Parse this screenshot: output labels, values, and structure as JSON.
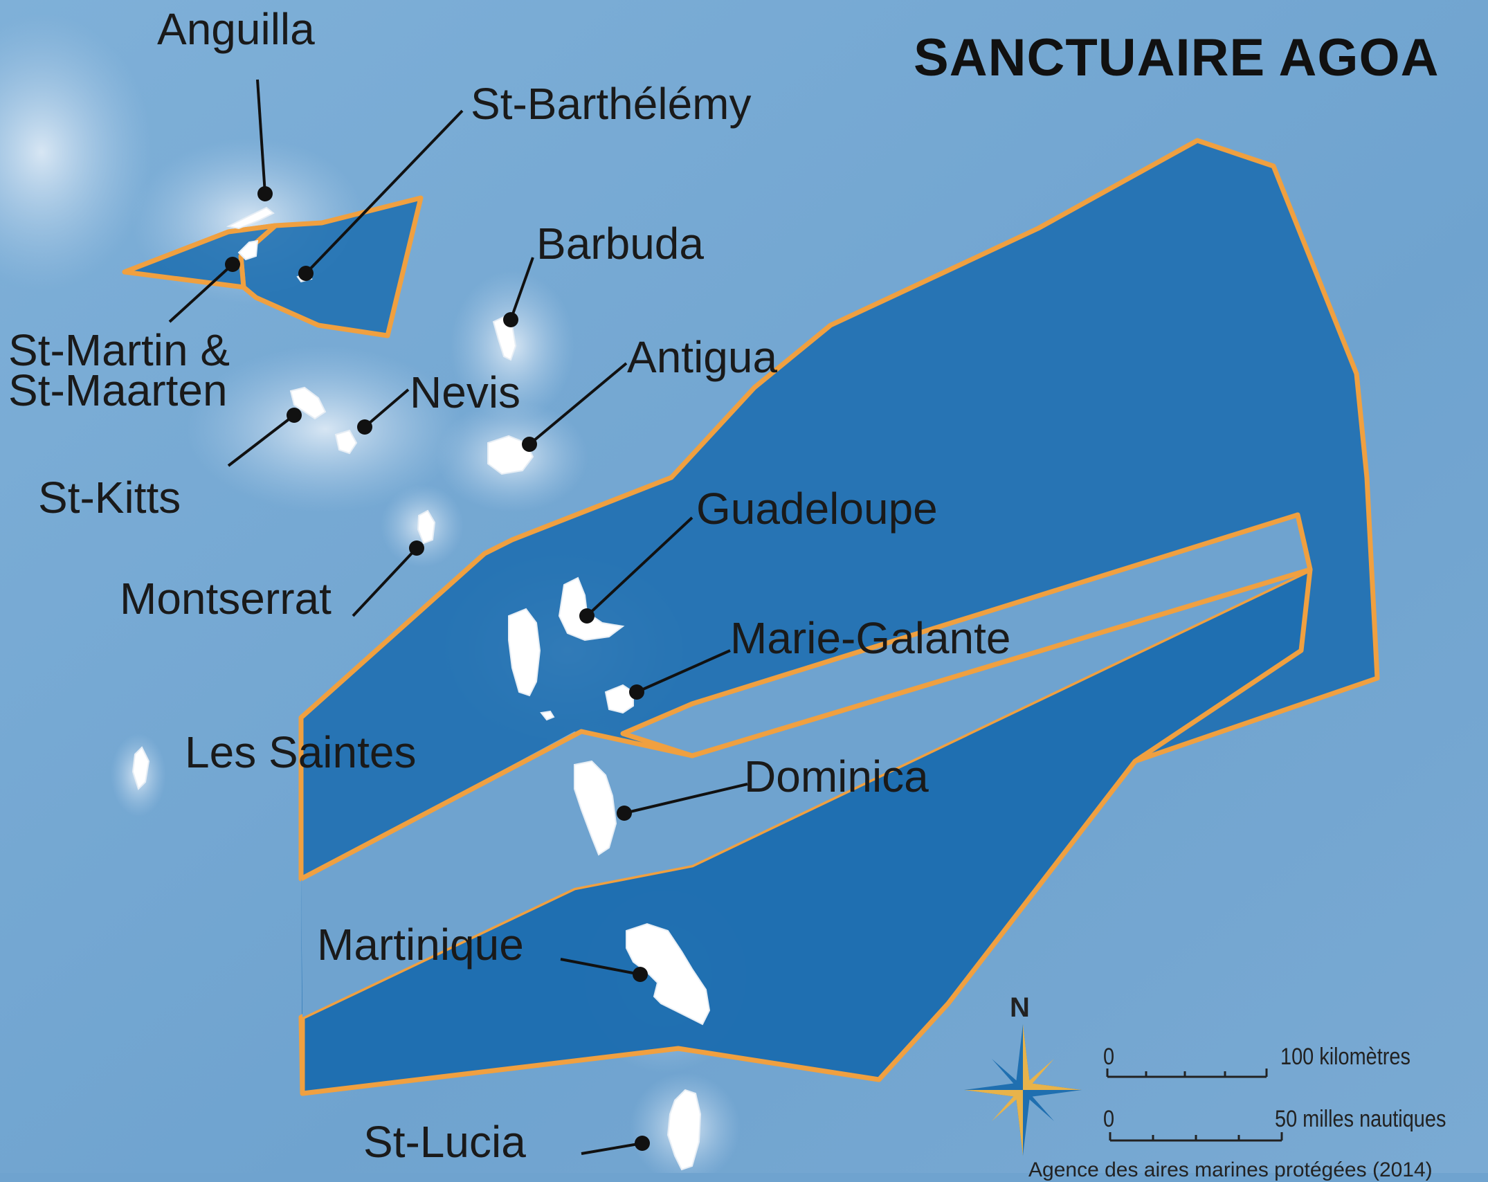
{
  "title": "SANCTUAIRE AGOA",
  "islands": {
    "anguilla": "Anguilla",
    "st_barthelemy": "St-Barthélémy",
    "barbuda": "Barbuda",
    "st_martin": "St-Martin &\nSt-Maarten",
    "nevis": "Nevis",
    "antigua": "Antigua",
    "st_kitts": "St-Kitts",
    "guadeloupe": "Guadeloupe",
    "montserrat": "Montserrat",
    "marie_galante": "Marie-Galante",
    "les_saintes": "Les Saintes",
    "dominica": "Dominica",
    "martinique": "Martinique",
    "st_lucia": "St-Lucia"
  },
  "scale": {
    "km_zero": "0",
    "km_label": "100 kilomètres",
    "nm_zero": "0",
    "nm_label": "50 milles nautiques"
  },
  "compass": {
    "north": "N"
  },
  "credit": "Agence des aires marines protégées (2014)",
  "colors": {
    "ocean": "#6fa3cf",
    "sanctuary": "#1f6fb0",
    "boundary": "#f0a040",
    "land": "#ffffff",
    "shelf": "#b9d4ea"
  }
}
